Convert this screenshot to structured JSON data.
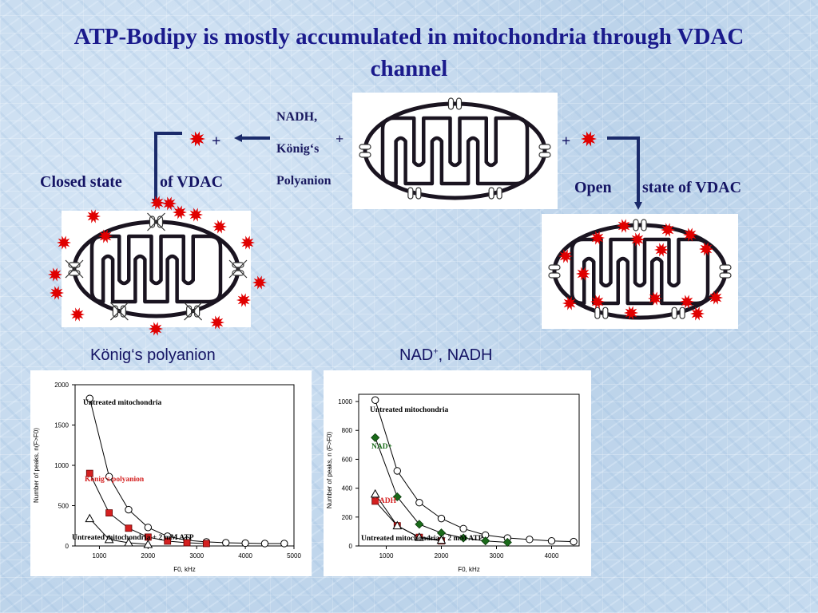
{
  "title": "ATP-Bodipy is mostly accumulated in mitochondria through VDAC channel",
  "left_state": {
    "closed": "Closed state",
    "of_vdac": "of VDAC"
  },
  "right_state": {
    "open": "Open",
    "of_vdac": "state of VDAC"
  },
  "reagents": {
    "nadh": "NADH,",
    "konigs": "König‘s",
    "plus": "+",
    "polyanion": "Polyanion"
  },
  "plus_left": "+",
  "plus_right": "+",
  "chart_titles": {
    "left": "König‘s polyanion",
    "right_main": "NAD",
    "right_sup": "+",
    "right_rest": ",  NADH"
  },
  "colors": {
    "title": "#1a1a8c",
    "text": "#141464",
    "star": "#e00000",
    "arrow": "#1a2a6a",
    "red_series": "#d42020",
    "green_series": "#1a6a1a"
  },
  "chart_data": [
    {
      "type": "line",
      "xlabel": "F0, kHz",
      "ylabel": "Number of peaks, n(F>F0)",
      "xlim": [
        500,
        5000
      ],
      "ylim": [
        0,
        2000
      ],
      "xticks": [
        1000,
        2000,
        3000,
        4000,
        5000
      ],
      "yticks": [
        0,
        500,
        1000,
        1500,
        2000
      ],
      "series": [
        {
          "name": "Untreated mitochondria",
          "marker": "circle-open",
          "x": [
            800,
            1200,
            1600,
            2000,
            2400,
            2800,
            3200,
            3600,
            4000,
            4400,
            4800
          ],
          "values": [
            1830,
            860,
            450,
            230,
            120,
            70,
            50,
            40,
            35,
            30,
            30
          ]
        },
        {
          "name": "König‘s polyanion",
          "marker": "square-red",
          "x": [
            800,
            1200,
            1600,
            2000,
            2400,
            2800,
            3200
          ],
          "values": [
            900,
            410,
            220,
            110,
            60,
            40,
            30
          ]
        },
        {
          "name": "Untreated mitochondria + 2 mM ATP",
          "marker": "triangle-open",
          "x": [
            800,
            1200,
            1600,
            2000
          ],
          "values": [
            340,
            80,
            40,
            20
          ]
        }
      ]
    },
    {
      "type": "line",
      "xlabel": "F0, kHz",
      "ylabel": "Number of peaks, n (F>F0)",
      "xlim": [
        500,
        4500
      ],
      "ylim": [
        0,
        1050
      ],
      "xticks": [
        1000,
        2000,
        3000,
        4000
      ],
      "yticks": [
        0,
        200,
        400,
        600,
        800,
        1000
      ],
      "series": [
        {
          "name": "Untreated mitochondria",
          "marker": "circle-open",
          "x": [
            800,
            1200,
            1600,
            2000,
            2400,
            2800,
            3200,
            3600,
            4000,
            4400
          ],
          "values": [
            1010,
            520,
            300,
            190,
            120,
            75,
            55,
            45,
            35,
            30
          ]
        },
        {
          "name": "NAD+",
          "marker": "diamond-green",
          "x": [
            800,
            1200,
            1600,
            2000,
            2400,
            2800,
            3200
          ],
          "values": [
            750,
            340,
            150,
            90,
            55,
            35,
            25
          ]
        },
        {
          "name": "NADH",
          "marker": "square-red",
          "x": [
            800,
            1200,
            1600,
            2000
          ],
          "values": [
            310,
            140,
            60,
            35
          ]
        },
        {
          "name": "Untreated mitochondria + 2 mM ATP",
          "marker": "triangle-open",
          "x": [
            800,
            1200,
            1600,
            2000
          ],
          "values": [
            360,
            140,
            60,
            40
          ]
        }
      ]
    }
  ]
}
